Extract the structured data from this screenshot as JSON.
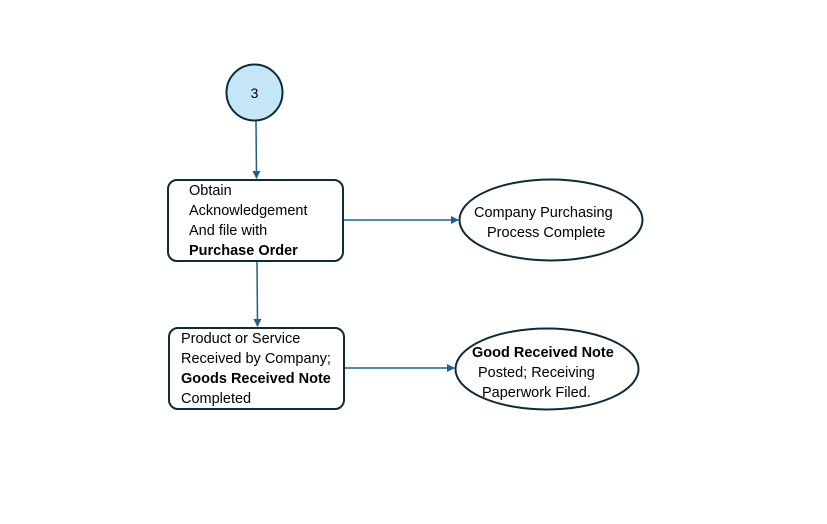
{
  "connector": {
    "label": "3"
  },
  "nodes": {
    "acknowledge": {
      "lines": [
        "Obtain",
        "Acknowledgement",
        "And file with"
      ],
      "bold_line": "Purchase Order"
    },
    "purchasing_complete": {
      "lines": [
        "Company Purchasing",
        "Process  Complete"
      ]
    },
    "received": {
      "lines": [
        "Product or Service",
        "Received by Company;"
      ],
      "bold_line": "Goods Received Note",
      "last_line": "Completed"
    },
    "grn_posted": {
      "bold_line": "Good Received Note",
      "lines": [
        "Posted; Receiving",
        "Paperwork Filed."
      ]
    }
  },
  "colors": {
    "connector_fill": "#c5e6f6",
    "stroke": "#0f2a3a",
    "arrow": "#1f6088"
  }
}
